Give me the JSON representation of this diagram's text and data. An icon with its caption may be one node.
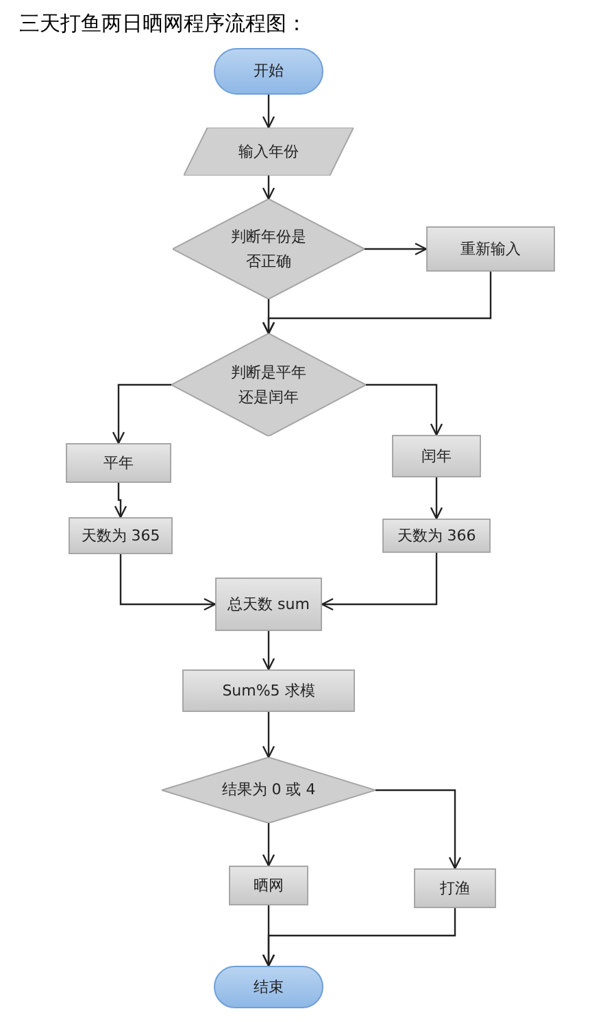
{
  "diagram": {
    "title": "三天打鱼两日晒网程序流程图：",
    "nodes": [
      {
        "text": [
          "开始"
        ]
      },
      {
        "text": [
          "输入年份"
        ]
      },
      {
        "text": [
          "判断年份是否正确"
        ]
      },
      {
        "text": [
          "重新输入"
        ]
      },
      {
        "text": [
          "判断是平年还是闰年"
        ]
      },
      {
        "text": [
          "平年"
        ]
      },
      {
        "text": [
          "闰年"
        ]
      },
      {
        "text": [
          "天数为 365"
        ]
      },
      {
        "text": [
          "天数为 366"
        ]
      },
      {
        "text": [
          "总天数 sum"
        ]
      },
      {
        "text": [
          "Sum%5 求模"
        ]
      },
      {
        "text": [
          "结果为 0 或 4"
        ]
      },
      {
        "text": [
          "晒网"
        ]
      },
      {
        "text": [
          "打渔"
        ]
      },
      {
        "text": [
          "结束"
        ]
      }
    ],
    "edges": [
      {
        "from": 0,
        "to": 1,
        "arrow": "to"
      },
      {
        "from": 1,
        "to": 2,
        "arrow": "to"
      },
      {
        "from": 2,
        "to": 3,
        "arrow": "to"
      },
      {
        "from": 2,
        "to": 4,
        "arrow": "to"
      },
      {
        "from": 3,
        "to": 4,
        "arrow": "to"
      },
      {
        "from": 4,
        "to": 5,
        "arrow": "to"
      },
      {
        "from": 4,
        "to": 6,
        "arrow": "to"
      },
      {
        "from": 5,
        "to": 7,
        "arrow": "to"
      },
      {
        "from": 6,
        "to": 8,
        "arrow": "to"
      },
      {
        "from": 7,
        "to": 9,
        "arrow": "to"
      },
      {
        "from": 8,
        "to": 9,
        "arrow": "to"
      },
      {
        "from": 9,
        "to": 10,
        "arrow": "to"
      },
      {
        "from": 10,
        "to": 11,
        "arrow": "to"
      },
      {
        "from": 11,
        "to": 12,
        "arrow": "to"
      },
      {
        "from": 11,
        "to": 13,
        "arrow": "to"
      },
      {
        "from": 12,
        "to": 14,
        "arrow": "to"
      },
      {
        "from": 13,
        "to": 14,
        "arrow": "to"
      }
    ]
  }
}
